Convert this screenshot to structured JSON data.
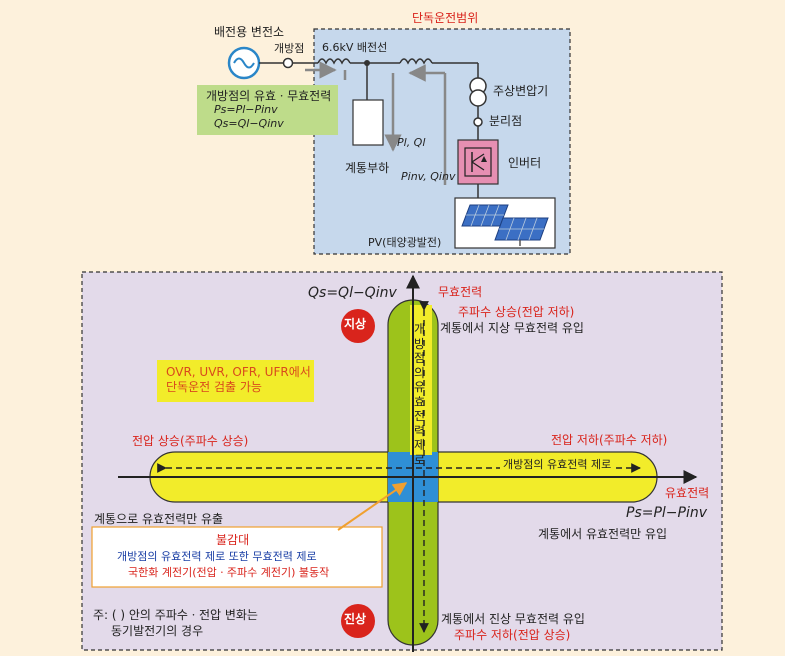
{
  "top": {
    "range_label": "단독운전범위",
    "substation_label": "배전용 변전소",
    "open_point_label": "개방점",
    "line_label": "6.6kV 배전선",
    "transformer_label": "주상변압기",
    "breaker_label": "분리점",
    "inverter_label": "인버터",
    "load_label": "계통부하",
    "load_power_label": "Pl, Ql",
    "inv_power_label": "Pinv, Qinv",
    "pv_label": "PV(태양광발전)",
    "green_box": {
      "title": "개방점의 유효ㆍ무효전력",
      "eq1": "Ps=Pl−Pinv",
      "eq2": "Qs=Ql−Qinv"
    }
  },
  "bottom": {
    "q_eq": "Qs=Ql−Qinv",
    "q_axis_label": "무효전력",
    "p_axis_label": "유효전력",
    "p_eq": "Ps=Pl−Pinv",
    "lead_badge": "지상",
    "lag_badge": "진상",
    "upper_right_red": "주파수 상승(전압 저하)",
    "upper_right_black": "계통에서 지상 무효전력 유입",
    "vertical_band_text": "개방점의유효전력제로",
    "horizontal_band_text": "개방점의 유효전력 제로",
    "detect_box_line1": "OVR, UVR, OFR, UFR에서",
    "detect_box_line2": "단독운전 검출 가능",
    "left_red": "전압 상승(주파수 상승)",
    "right_red": "전압 저하(주파수 저하)",
    "left_black": "계통으로 유효전력만 유출",
    "right_black": "계통에서 유효전력만 유입",
    "dead_zone": {
      "title": "불감대",
      "line2": "개방점의 유효전력 제로 또한 무효전력 제로",
      "line3": "국한화 계전기(전압ㆍ주파수 계전기) 불동작"
    },
    "bottom_black": "계통에서 진상 무효전력 유입",
    "bottom_red": "주파수 저하(전압 상승)",
    "note_line1": "주: ( ) 안의 주파수ㆍ전압 변화는",
    "note_line2": "동기발전기의 경우"
  },
  "colors": {
    "top_panel": "#c6d8ec",
    "bottom_panel": "#e3daea",
    "yellow_band": "#f2ec2a",
    "green_band": "#9dc31b",
    "overlap": "#2f8fd6",
    "green_box": "#bedc8a",
    "detect_box": "#f2ec2a",
    "badge": "#d9241c",
    "red_text": "#d9241c",
    "blue_text": "#1a3fa5"
  }
}
